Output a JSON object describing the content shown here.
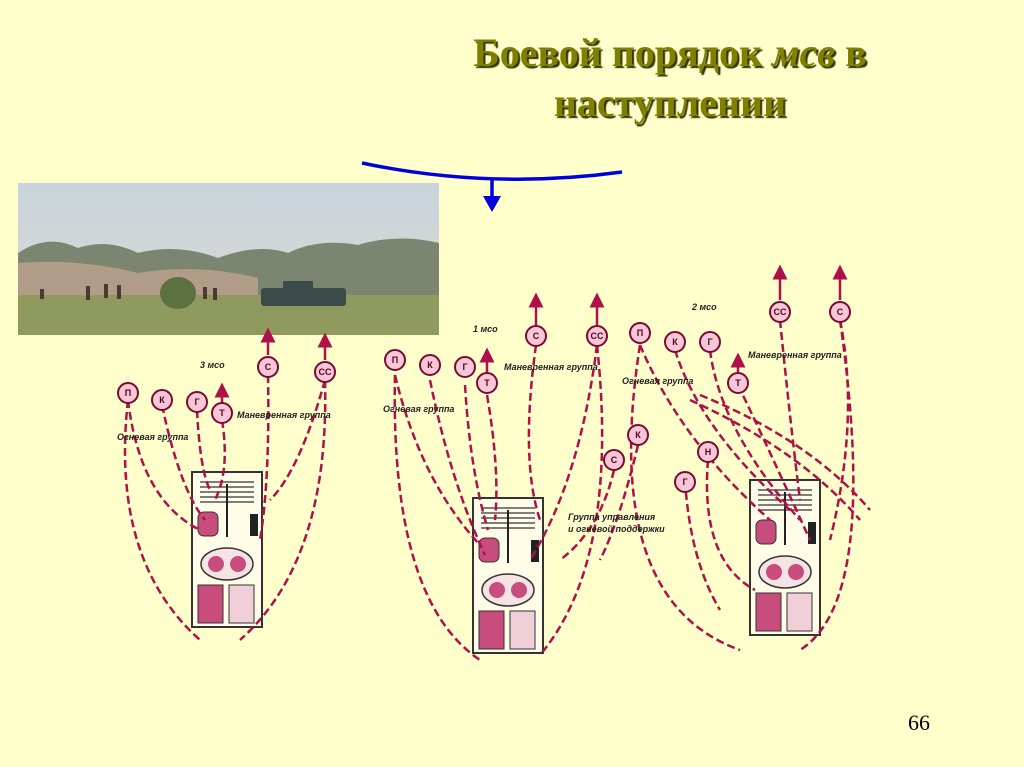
{
  "slide": {
    "title_part1": "Боевой порядок",
    "title_italic": "мсв",
    "title_part2": "в",
    "title_line2": "наступлении",
    "page_number": "66"
  },
  "colors": {
    "background": "#ffffcc",
    "title": "#808000",
    "route_line": "#b0104a",
    "arrow": "#0000dd"
  },
  "photo": {
    "description": "Infantry and infantry fighting vehicle advancing across a field with smoke"
  },
  "diagram": {
    "companies": [
      {
        "name": "3 мсо",
        "fire_group_label": "Огневая группа",
        "maneuver_group_label": "Маневренная группа",
        "fire_group_symbols": [
          "П",
          "К",
          "Г",
          "Т"
        ],
        "maneuver_group_symbols": [
          "С",
          "СС"
        ]
      },
      {
        "name": "1 мсо",
        "fire_group_label": "Огневая группа",
        "maneuver_group_label": "Маневренная группа",
        "fire_group_symbols": [
          "П",
          "К",
          "Г",
          "Т"
        ],
        "maneuver_group_symbols": [
          "С",
          "СС"
        ]
      },
      {
        "name": "2 мсо",
        "fire_group_label": "Огневая группа",
        "maneuver_group_label": "Маневренная группа",
        "fire_group_symbols": [
          "П",
          "К",
          "Г",
          "Т"
        ],
        "maneuver_group_symbols": [
          "СС",
          "С"
        ]
      }
    ],
    "support_group_label_line1": "Группа управления",
    "support_group_label_line2": "и огневой поддержки",
    "support_group_symbols": [
      "К",
      "С",
      "Н",
      "Г"
    ]
  }
}
